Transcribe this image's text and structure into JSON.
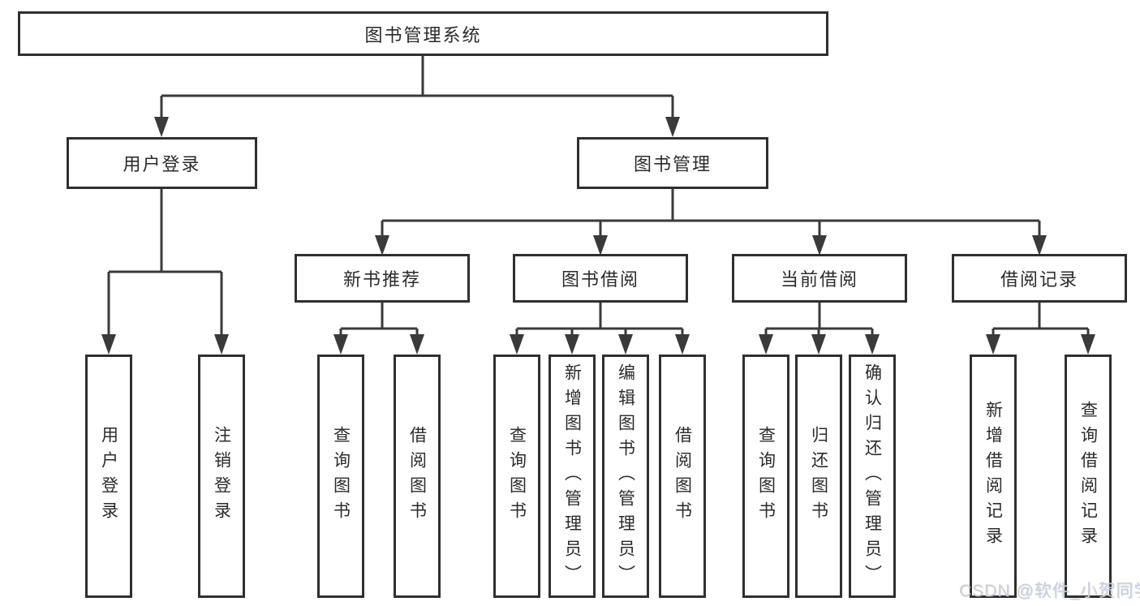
{
  "diagram": {
    "tree": {
      "root": {
        "label": "图书管理系统"
      },
      "children": [
        {
          "label": "用户登录",
          "children": [
            {
              "label": "用户登录"
            },
            {
              "label": "注销登录"
            }
          ]
        },
        {
          "label": "图书管理",
          "children": [
            {
              "label": "新书推荐",
              "children": [
                {
                  "label": "查询图书"
                },
                {
                  "label": "借阅图书"
                }
              ]
            },
            {
              "label": "图书借阅",
              "children": [
                {
                  "label": "查询图书"
                },
                {
                  "label": "新增图书（管理员）"
                },
                {
                  "label": "编辑图书（管理员）"
                },
                {
                  "label": "借阅图书"
                }
              ]
            },
            {
              "label": "当前借阅",
              "children": [
                {
                  "label": "查询图书"
                },
                {
                  "label": "归还图书"
                },
                {
                  "label": "确认归还（管理员）"
                }
              ]
            },
            {
              "label": "借阅记录",
              "children": [
                {
                  "label": "新增借阅记录"
                },
                {
                  "label": "查询借阅记录"
                }
              ]
            }
          ]
        }
      ]
    },
    "watermark": "CSDN @软件_小贺同学",
    "colors": {
      "line": "#3a3a3a",
      "box_border": "#2f2f2f",
      "text": "#2b2b2b",
      "background": "#ffffff",
      "watermark": "#cfd0d4"
    }
  }
}
